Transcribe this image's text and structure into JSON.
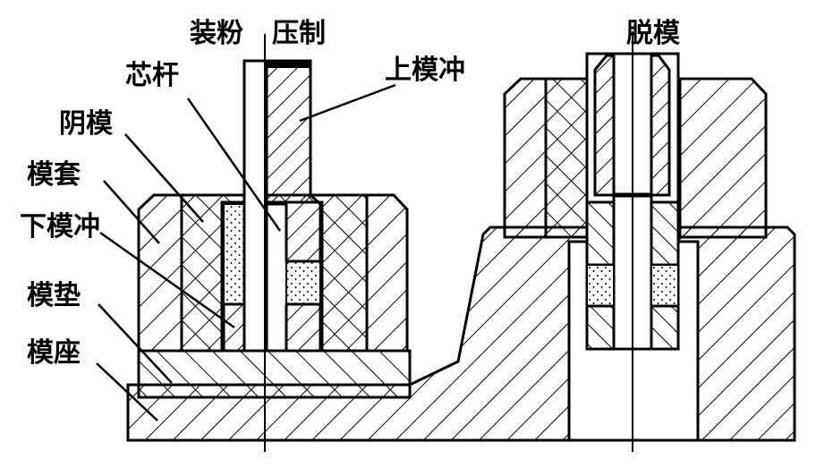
{
  "labels": {
    "loading": "装粉",
    "pressing": "压制",
    "ejecting": "脱模",
    "core_rod": "芯杆",
    "upper_punch": "上模冲",
    "female_die": "阴模",
    "die_sleeve": "模套",
    "lower_punch": "下模冲",
    "die_pad": "模垫",
    "die_base": "模座"
  },
  "colors": {
    "line": "#000000",
    "background": "#ffffff"
  }
}
